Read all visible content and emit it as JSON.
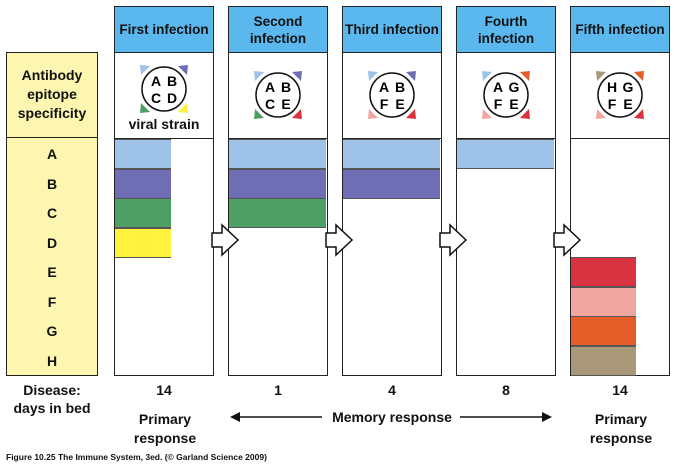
{
  "colors": {
    "header_blue": "#5ab8ef",
    "sidebar_yellow": "#fdf6b0",
    "A": "#9fc3e8",
    "B": "#6f6db4",
    "C": "#4e9f64",
    "D": "#fff23e",
    "E": "#d9333f",
    "F": "#f0a7a0",
    "G": "#e55e2a",
    "H": "#a99879"
  },
  "sidebar": {
    "header": "Antibody epitope specificity",
    "letters": [
      "A",
      "B",
      "C",
      "D",
      "E",
      "F",
      "G",
      "H"
    ]
  },
  "infections": [
    {
      "title": "First infection",
      "epitopes": {
        "tl": "A",
        "tr": "B",
        "bl": "C",
        "br": "D"
      },
      "icon_colors": {
        "tl": "#9fc3e8",
        "tr": "#6f6db4",
        "bl": "#4e9f64",
        "br": "#fff23e"
      },
      "caption": "viral strain",
      "bars": [
        "A",
        "B",
        "C",
        "D"
      ],
      "bar_start_row": 0,
      "bar_width_frac": 0.58,
      "days": "14"
    },
    {
      "title": "Second infection",
      "epitopes": {
        "tl": "A",
        "tr": "B",
        "bl": "C",
        "br": "E"
      },
      "icon_colors": {
        "tl": "#9fc3e8",
        "tr": "#6f6db4",
        "bl": "#4e9f64",
        "br": "#d9333f"
      },
      "caption": "",
      "bars": [
        "A",
        "B",
        "C"
      ],
      "bar_start_row": 0,
      "bar_width_frac": 1.0,
      "days": "1"
    },
    {
      "title": "Third infection",
      "epitopes": {
        "tl": "A",
        "tr": "B",
        "bl": "F",
        "br": "E"
      },
      "icon_colors": {
        "tl": "#9fc3e8",
        "tr": "#6f6db4",
        "bl": "#f0a7a0",
        "br": "#d9333f"
      },
      "caption": "",
      "bars": [
        "A",
        "B"
      ],
      "bar_start_row": 0,
      "bar_width_frac": 1.0,
      "days": "4"
    },
    {
      "title": "Fourth infection",
      "epitopes": {
        "tl": "A",
        "tr": "G",
        "bl": "F",
        "br": "E"
      },
      "icon_colors": {
        "tl": "#9fc3e8",
        "tr": "#e55e2a",
        "bl": "#f0a7a0",
        "br": "#d9333f"
      },
      "caption": "",
      "bars": [
        "A"
      ],
      "bar_start_row": 0,
      "bar_width_frac": 1.0,
      "days": "8"
    },
    {
      "title": "Fifth infection",
      "epitopes": {
        "tl": "H",
        "tr": "G",
        "bl": "F",
        "br": "E"
      },
      "icon_colors": {
        "tl": "#a99879",
        "tr": "#e55e2a",
        "bl": "#f0a7a0",
        "br": "#d9333f"
      },
      "caption": "",
      "bars": [
        "E",
        "F",
        "G",
        "H"
      ],
      "bar_start_row": 4,
      "bar_width_frac": 0.67,
      "days": "14"
    }
  ],
  "bottom": {
    "disease_label": "Disease:",
    "days_label": "days in bed",
    "primary_1": "Primary response",
    "memory": "Memory response",
    "primary_2": "Primary response"
  },
  "caption": "Figure 10.25  The Immune System, 3ed. (© Garland Science 2009)"
}
